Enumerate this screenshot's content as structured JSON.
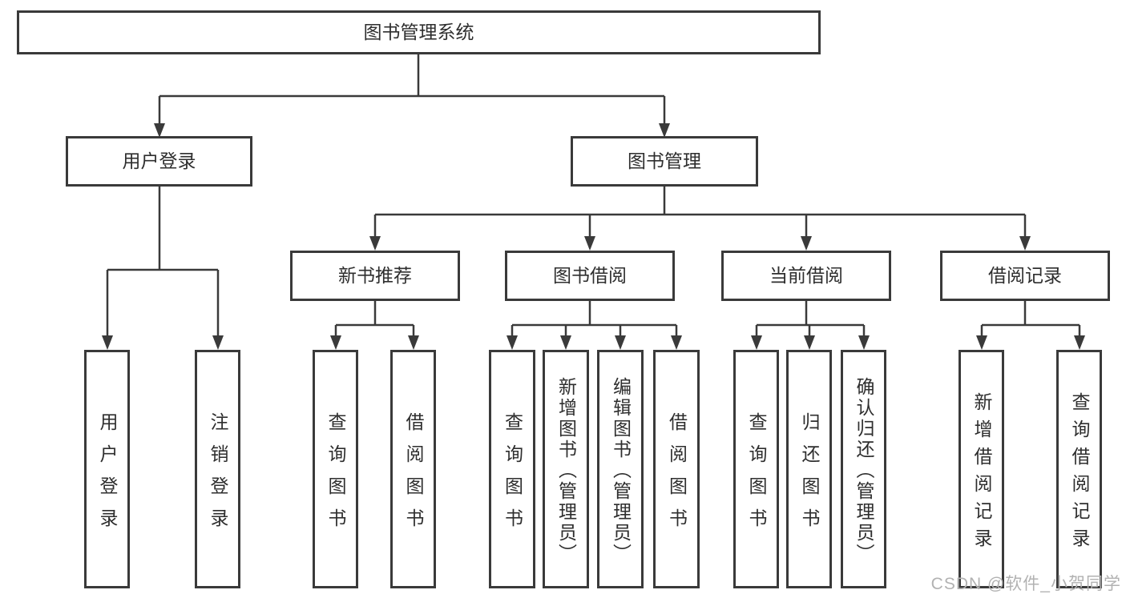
{
  "colors": {
    "line": "#3a3a3a",
    "box_border": "#3a3a3a",
    "text": "#2e2e2e",
    "background": "#ffffff",
    "watermark": "#b2b2b2"
  },
  "watermark": "CSDN @软件_小贺同学",
  "tree": {
    "root": {
      "label": "图书管理系统"
    },
    "branches": [
      {
        "label": "用户登录",
        "children": [
          {
            "label": "用户登录"
          },
          {
            "label": "注销登录"
          }
        ]
      },
      {
        "label": "图书管理",
        "children": [
          {
            "label": "新书推荐",
            "children": [
              {
                "label": "查询图书"
              },
              {
                "label": "借阅图书"
              }
            ]
          },
          {
            "label": "图书借阅",
            "children": [
              {
                "label": "查询图书"
              },
              {
                "label": "新增图书（管理员）"
              },
              {
                "label": "编辑图书（管理员）"
              },
              {
                "label": "借阅图书"
              }
            ]
          },
          {
            "label": "当前借阅",
            "children": [
              {
                "label": "查询图书"
              },
              {
                "label": "归还图书"
              },
              {
                "label": "确认归还（管理员）"
              }
            ]
          },
          {
            "label": "借阅记录",
            "children": [
              {
                "label": "新增借阅记录"
              },
              {
                "label": "查询借阅记录"
              }
            ]
          }
        ]
      }
    ]
  }
}
